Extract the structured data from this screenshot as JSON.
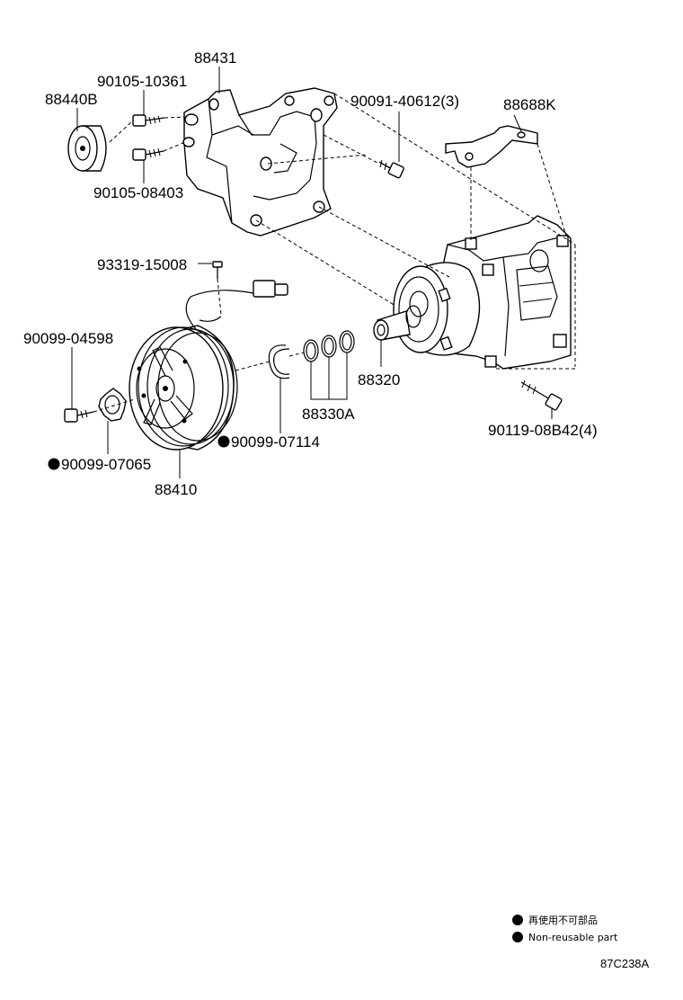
{
  "labels": {
    "bracket": "88431",
    "bolt_upper": "90105-10361",
    "idler_pulley": "88440B",
    "bolt_lower": "90105-08403",
    "bolt_bracket": "90091-40612(3)",
    "stay": "88688K",
    "screw": "93319-15008",
    "clutch_bolt": "90099-04598",
    "shim": "90099-07065",
    "clutch": "88410",
    "snap_ring": "90099-07114",
    "compressor": "88320",
    "o_rings": "88330A",
    "mount_bolt": "90119-08B42(4)"
  },
  "legend": {
    "jp_text": "再使用不可部品",
    "en_text": "Non-reusable part"
  },
  "diagram_code": "87C238A"
}
